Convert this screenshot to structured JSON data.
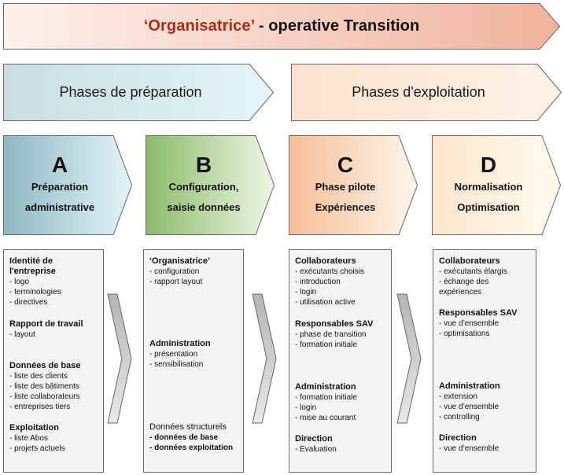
{
  "banner": {
    "title_highlight": "‘Organisatrice’",
    "title_rest": " - operative Transition"
  },
  "phases": [
    {
      "label": "Phases de préparation"
    },
    {
      "label": "Phases d'exploitation"
    }
  ],
  "steps": [
    {
      "letter": "A",
      "line1": "Préparation",
      "line2": "administrative"
    },
    {
      "letter": "B",
      "line1": "Configuration,",
      "line2": "saisie données"
    },
    {
      "letter": "C",
      "line1": "Phase pilote",
      "line2": "Expériences"
    },
    {
      "letter": "D",
      "line1": "Normalisation",
      "line2": "Optimisation"
    }
  ],
  "cards": [
    {
      "sections": [
        {
          "title_lines": [
            "Identité de",
            "l'entreprise"
          ],
          "items": [
            "- logo",
            "- terminologies",
            "- directives"
          ]
        },
        {
          "title_lines": [
            "Rapport de travail"
          ],
          "items": [
            "- layout"
          ]
        },
        {
          "title_lines": [
            "Données de base"
          ],
          "items": [
            "- liste des clients",
            "- liste des bâtiments",
            "- liste collaborateurs",
            "- entreprises tiers"
          ]
        },
        {
          "title_lines": [
            "Exploitation"
          ],
          "items": [
            "- liste Abos",
            "- projets actuels"
          ]
        }
      ]
    },
    {
      "sections": [
        {
          "title_lines": [
            "‘Organisatrice’"
          ],
          "items": [
            "- configuration",
            "- rapport layout"
          ]
        },
        {
          "title_lines": [
            "Administration"
          ],
          "items": [
            "- présentation",
            "- sensibilisation"
          ]
        },
        {
          "title_lines": [
            "Données structurels"
          ],
          "items": [
            "- données de base",
            "- données exploitation"
          ]
        }
      ]
    },
    {
      "sections": [
        {
          "title_lines": [
            "Collaborateurs"
          ],
          "items": [
            "- exécutants choisis",
            "- introduction",
            "- login",
            "- utilisation active"
          ]
        },
        {
          "title_lines": [
            "Responsables SAV"
          ],
          "items": [
            "- phase de transition",
            "- formation initiale"
          ]
        },
        {
          "title_lines": [
            "Administration"
          ],
          "items": [
            "- formation initiale",
            "- login",
            "- mise au courant"
          ]
        },
        {
          "title_lines": [
            "Direction"
          ],
          "items": [
            "- Evaluation"
          ]
        }
      ]
    },
    {
      "sections": [
        {
          "title_lines": [
            "Collaborateurs"
          ],
          "items": [
            "- exécutants élargis",
            "- échange des",
            "expériences"
          ]
        },
        {
          "title_lines": [
            "Responsables SAV"
          ],
          "items": [
            "- vue d’ensemble",
            "- optimisations"
          ]
        },
        {
          "title_lines": [
            "Administration"
          ],
          "items": [
            "- extension",
            "- vue d’ensemble",
            "- controlling"
          ]
        },
        {
          "title_lines": [
            "Direction"
          ],
          "items": [
            "- vue d’ensemble"
          ]
        }
      ]
    }
  ],
  "colors": {
    "banner_from": "#fdf1ec",
    "banner_to": "#f1b39c",
    "phase_prep_from": "#c9dde3",
    "phase_prep_to": "#e4f6fb",
    "phase_expl_from": "#fce3d0",
    "phase_expl_to": "#fff2e6",
    "step_a_from": "#8fb8c2",
    "step_a_to": "#e3f5fa",
    "step_b_from": "#8cbb6c",
    "step_b_to": "#eef7e4",
    "step_c_from": "#f6be98",
    "step_c_to": "#fff6ea",
    "step_d_from": "#fde6cd",
    "step_d_to": "#fffbee",
    "title_highlight": "#b02c14"
  }
}
